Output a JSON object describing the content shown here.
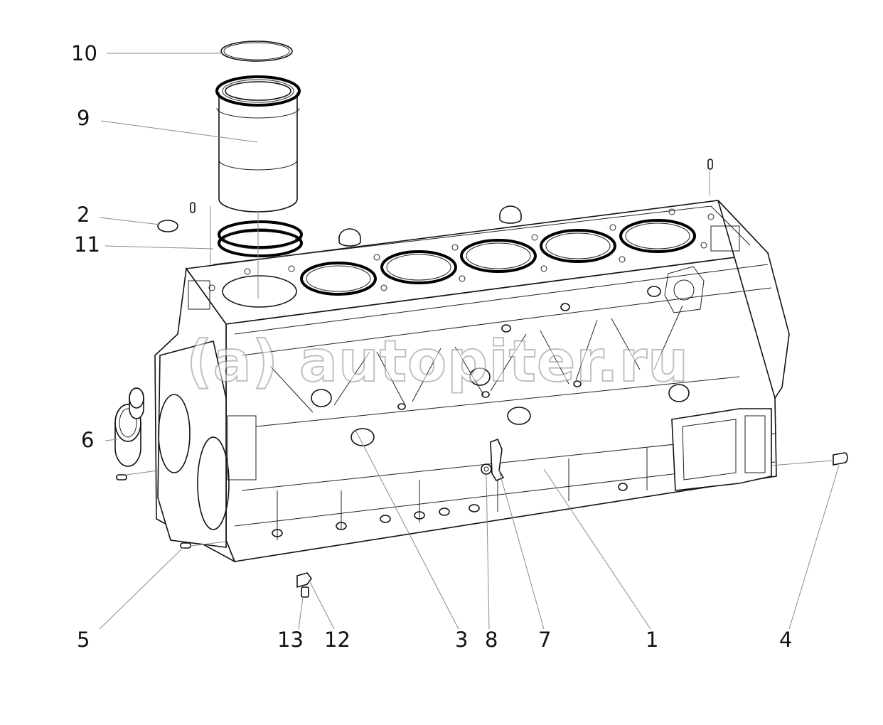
{
  "diagram": {
    "labels": [
      {
        "id": "callout-10",
        "text": "10"
      },
      {
        "id": "callout-9",
        "text": "9"
      },
      {
        "id": "callout-2",
        "text": "2"
      },
      {
        "id": "callout-11",
        "text": "11"
      },
      {
        "id": "callout-6",
        "text": "6"
      },
      {
        "id": "callout-5",
        "text": "5"
      },
      {
        "id": "callout-13",
        "text": "13"
      },
      {
        "id": "callout-12",
        "text": "12"
      },
      {
        "id": "callout-3",
        "text": "3"
      },
      {
        "id": "callout-8",
        "text": "8"
      },
      {
        "id": "callout-7",
        "text": "7"
      },
      {
        "id": "callout-1",
        "text": "1"
      },
      {
        "id": "callout-4",
        "text": "4"
      }
    ],
    "watermark": "(a) autopiter.ru",
    "colors": {
      "line": "#111111",
      "leader": "#8a8a8a",
      "background": "#ffffff"
    }
  }
}
